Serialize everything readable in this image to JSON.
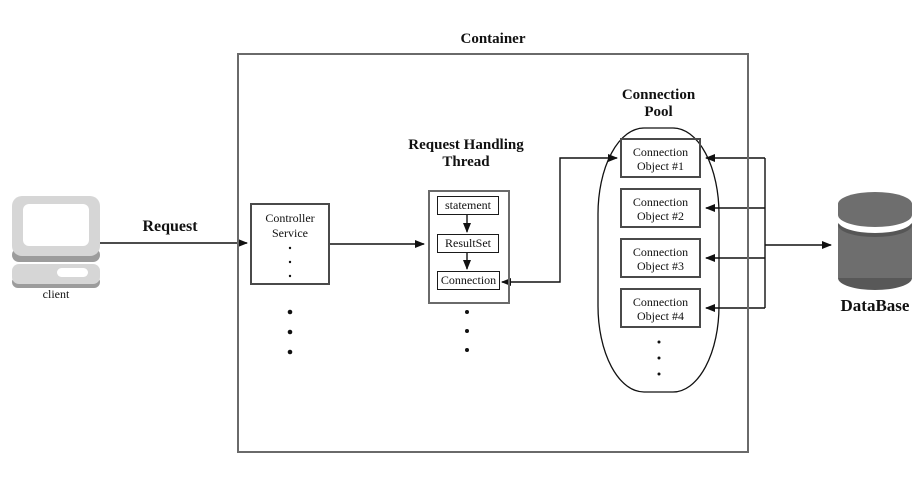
{
  "diagram": {
    "container_label": "Container",
    "client_label": "client",
    "request_label": "Request",
    "controller": {
      "line1": "Controller",
      "line2": "Service"
    },
    "thread": {
      "title_line1": "Request Handling",
      "title_line2": "Thread",
      "steps": [
        "statement",
        "ResultSet",
        "Connection"
      ]
    },
    "pool": {
      "title_line1": "Connection",
      "title_line2": "Pool",
      "objects": [
        {
          "line1": "Connection",
          "line2": "Object #1"
        },
        {
          "line1": "Connection",
          "line2": "Object #2"
        },
        {
          "line1": "Connection",
          "line2": "Object #3"
        },
        {
          "line1": "Connection",
          "line2": "Object #4"
        }
      ]
    },
    "database_label": "DataBase",
    "edges": [
      {
        "from": "client",
        "to": "controller-service",
        "label": "Request"
      },
      {
        "from": "controller-service",
        "to": "request-handling-thread"
      },
      {
        "from": "statement",
        "to": "resultset"
      },
      {
        "from": "resultset",
        "to": "connection"
      },
      {
        "from": "connection",
        "to": "connection-object-1",
        "bidirectional": true
      },
      {
        "from": "pool-bus",
        "to": "connection-object-1"
      },
      {
        "from": "pool-bus",
        "to": "connection-object-2"
      },
      {
        "from": "pool-bus",
        "to": "connection-object-3"
      },
      {
        "from": "pool-bus",
        "to": "connection-object-4"
      },
      {
        "from": "pool-bus",
        "to": "database"
      }
    ],
    "colors": {
      "background": "#ffffff",
      "line": "#111111",
      "container_border": "#6a6a6a",
      "box_border": "#4a4a4a",
      "inner_box_border": "#1a1a1a",
      "client_fill": "#d6d6d6",
      "client_shadow": "#9c9c9c",
      "database_fill": "#6e6e6e",
      "database_rim": "#585858"
    }
  }
}
